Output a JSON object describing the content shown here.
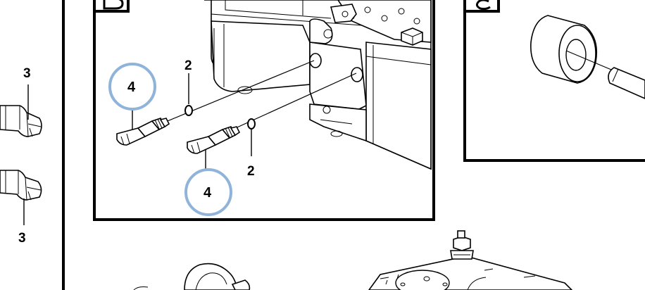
{
  "diagram": {
    "panel_b": {
      "callouts": {
        "washer_upper": "2",
        "washer_lower": "2",
        "sensor_upper": "4",
        "sensor_lower": "4"
      },
      "highlight_color": "#8fb3d9"
    },
    "left_panel": {
      "callouts": {
        "plug_upper": "3",
        "plug_lower": "3"
      }
    },
    "colors": {
      "ink": "#000000",
      "paper": "#ffffff"
    }
  }
}
